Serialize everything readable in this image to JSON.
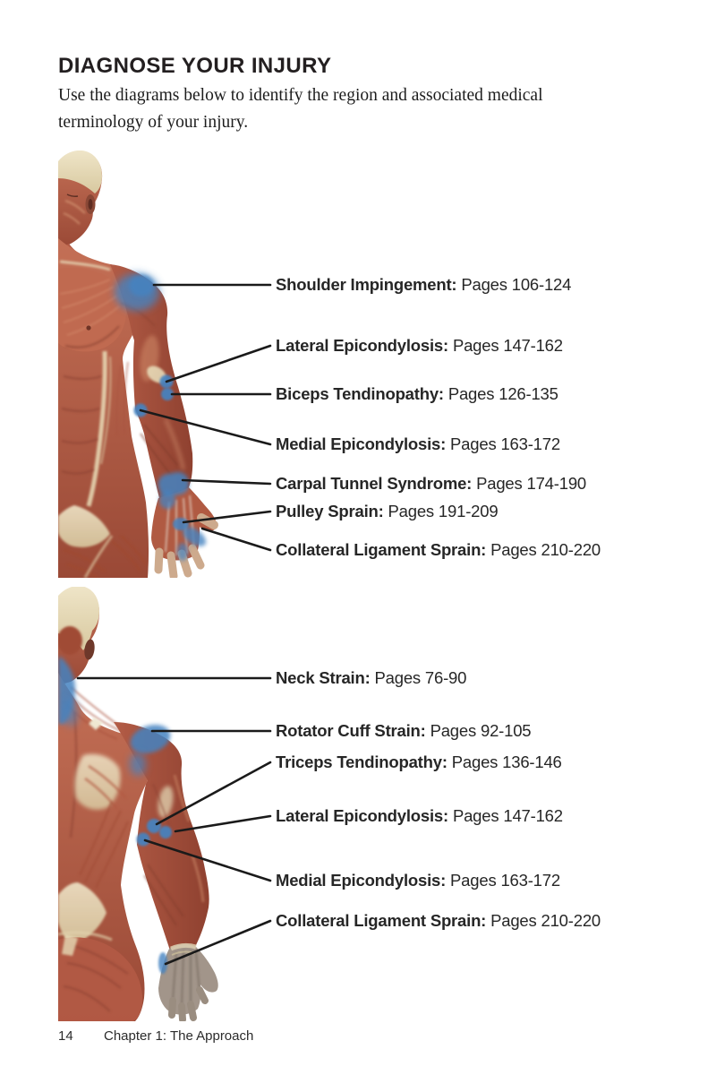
{
  "header": {
    "title": "DIAGNOSE YOUR INJURY",
    "intro": "Use the diagrams below to identify the region and associated medical terminology of your injury."
  },
  "diagrams": [
    {
      "name": "front-upper-body-muscle-anatomy",
      "view": "front",
      "callouts": [
        {
          "term": "Shoulder Impingement:",
          "pages": "Pages 106-124"
        },
        {
          "term": "Lateral Epicondylosis:",
          "pages": "Pages 147-162"
        },
        {
          "term": "Biceps Tendinopathy:",
          "pages": "Pages 126-135"
        },
        {
          "term": "Medial Epicondylosis:",
          "pages": "Pages 163-172"
        },
        {
          "term": "Carpal Tunnel Syndrome:",
          "pages": "Pages 174-190"
        },
        {
          "term": "Pulley Sprain:",
          "pages": "Pages 191-209"
        },
        {
          "term": "Collateral Ligament Sprain:",
          "pages": "Pages 210-220"
        }
      ]
    },
    {
      "name": "back-upper-body-muscle-anatomy",
      "view": "back",
      "callouts": [
        {
          "term": "Neck Strain:",
          "pages": "Pages 76-90"
        },
        {
          "term": "Rotator Cuff Strain:",
          "pages": "Pages 92-105"
        },
        {
          "term": "Triceps Tendinopathy:",
          "pages": "Pages 136-146"
        },
        {
          "term": "Lateral Epicondylosis:",
          "pages": "Pages 147-162"
        },
        {
          "term": "Medial Epicondylosis:",
          "pages": "Pages 163-172"
        },
        {
          "term": "Collateral Ligament Sprain:",
          "pages": "Pages 210-220"
        }
      ]
    }
  ],
  "footer": {
    "page_number": "14",
    "chapter_title": "Chapter 1: The Approach"
  },
  "colors": {
    "highlight_blue": "#4583c1",
    "callout_line": "#1a1a1a",
    "text": "#231f20"
  }
}
